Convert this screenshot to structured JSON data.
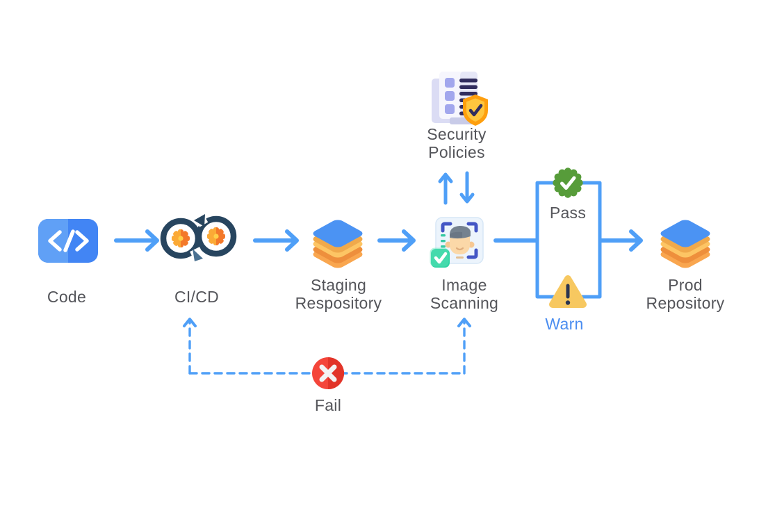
{
  "nodes": {
    "code": {
      "label": "Code",
      "icon": "code-icon"
    },
    "cicd": {
      "label": "CI/CD",
      "icon": "infinity-gears-icon"
    },
    "staging_repository": {
      "label": "Staging Respository",
      "icon": "layers-stack-icon"
    },
    "image_scanning": {
      "label": "Image Scanning",
      "icon": "face-scan-icon"
    },
    "security_policies": {
      "label": "Security Policies",
      "icon": "policy-document-shield-icon"
    },
    "prod_repository": {
      "label": "Prod Repository",
      "icon": "layers-stack-icon"
    }
  },
  "outcomes": {
    "pass": {
      "label": "Pass",
      "icon": "green-seal-check-icon"
    },
    "warn": {
      "label": "Warn",
      "icon": "warning-triangle-icon"
    },
    "fail": {
      "label": "Fail",
      "icon": "red-x-circle-icon"
    }
  },
  "colors": {
    "arrow_blue": "#4f9ff7",
    "label_gray": "#54555a",
    "warn_label_blue": "#4a8df0",
    "pass_green": "#579c3a",
    "warn_amber": "#f7c860",
    "fail_red": "#f4453a",
    "stack_blue": "#4b93f3",
    "stack_yellow": "#fdc564",
    "stack_orange": "#f9a64f",
    "cicd_navy": "#27455f",
    "gear_orange": "#f6861f",
    "scan_teal": "#2ed3a2",
    "shield_gold": "#fe9f0e",
    "policy_navy": "#312d5e"
  }
}
